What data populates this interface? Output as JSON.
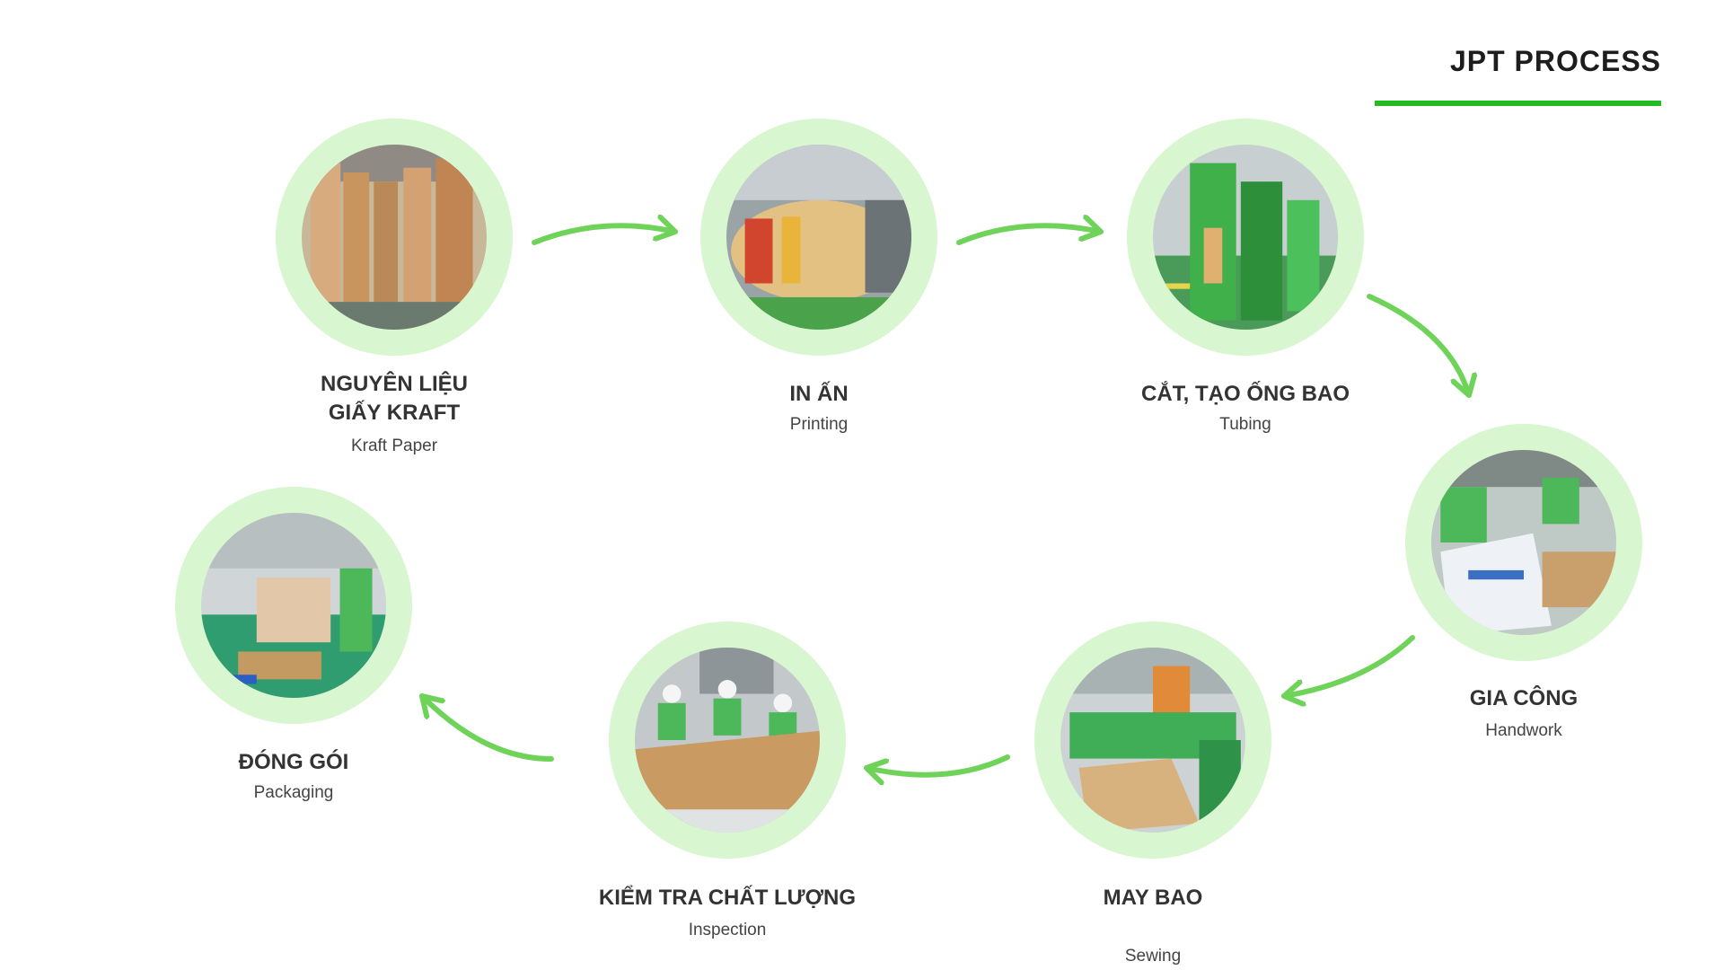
{
  "header": {
    "title": "JPT PROCESS",
    "accent_color": "#22bb22"
  },
  "ring_color": "#d8f6cf",
  "arrow_color": "#6fd35a",
  "steps": [
    {
      "title_line1": "NGUYÊN LIỆU",
      "title_line2": "GIẤY KRAFT",
      "subtitle": "Kraft Paper",
      "photo": "kraft-paper-rolls"
    },
    {
      "title_line1": "IN ẤN",
      "title_line2": "",
      "subtitle": "Printing",
      "photo": "printing-roll"
    },
    {
      "title_line1": "CẮT, TẠO ỐNG BAO",
      "title_line2": "",
      "subtitle": "Tubing",
      "photo": "tubing-machine"
    },
    {
      "title_line1": "GIA CÔNG",
      "title_line2": "",
      "subtitle": "Handwork",
      "photo": "handwork-workers"
    },
    {
      "title_line1": "MAY BAO",
      "title_line2": "",
      "subtitle": "Sewing",
      "photo": "sewing-machine"
    },
    {
      "title_line1": "KIỂM TRA CHẤT LƯỢNG",
      "title_line2": "",
      "subtitle": "Inspection",
      "photo": "inspection-workers"
    },
    {
      "title_line1": "ĐÓNG GÓI",
      "title_line2": "",
      "subtitle": "Packaging",
      "photo": "packaging-station"
    }
  ]
}
